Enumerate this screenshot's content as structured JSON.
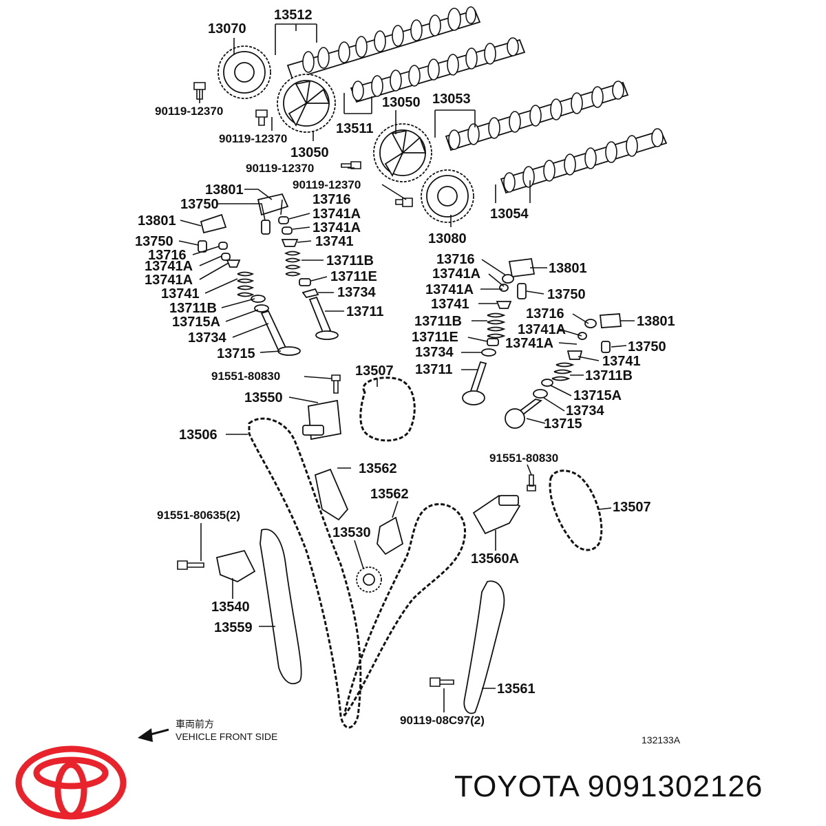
{
  "labels": {
    "l13070": "13070",
    "l13512": "13512",
    "l13511": "13511",
    "l13050a": "13050",
    "l13050b": "13050",
    "l13053": "13053",
    "l13054": "13054",
    "l13080": "13080",
    "bolt_a": "90119-12370",
    "bolt_b": "90119-12370",
    "bolt_c": "90119-12370",
    "bolt_d": "90119-12370",
    "l13801a": "13801",
    "l13750a": "13750",
    "l13716a": "13716",
    "l13741Aa": "13741A",
    "l13741Ab": "13741A",
    "l13741a": "13741",
    "l13711Ba": "13711B",
    "l13711Ea": "13711E",
    "l13734a": "13734",
    "l13711a": "13711",
    "l13801b": "13801",
    "l13750b": "13750",
    "l13716b": "13716",
    "l13741Ac": "13741A",
    "l13741Ad": "13741A",
    "l13741b": "13741",
    "l13711Bb": "13711B",
    "l13715Aa": "13715A",
    "l13734b": "13734",
    "l13715a": "13715",
    "l13716c": "13716",
    "l13801c": "13801",
    "l13741Ae": "13741A",
    "l13741Af": "13741A",
    "l13750c": "13750",
    "l13741c": "13741",
    "l13711Bc": "13711B",
    "l13711Eb": "13711E",
    "l13734c": "13734",
    "l13711b": "13711",
    "l13716d": "13716",
    "l13801d": "13801",
    "l13741Ag": "13741A",
    "l13741Ah": "13741A",
    "l13750d": "13750",
    "l13741d": "13741",
    "l13711Bd": "13711B",
    "l13715Ab": "13715A",
    "l13734d": "13734",
    "l13715b": "13715",
    "bolt_e": "91551-80830",
    "l13507a": "13507",
    "l13550": "13550",
    "l13506": "13506",
    "l13562a": "13562",
    "l13562b": "13562",
    "l13530": "13530",
    "bolt_f": "91551-80830",
    "l13507b": "13507",
    "bolt_g": "91551-80635(2)",
    "l13560A": "13560A",
    "l13540": "13540",
    "l13559": "13559",
    "l13561": "13561",
    "bolt_h": "90119-08C97(2)",
    "front_jp": "車両前方",
    "front_en": "VEHICLE FRONT SIDE",
    "diagram_no": "132133A"
  },
  "brand": {
    "text": "TOYOTA 9091302126",
    "logo_color": "#e8232b"
  }
}
